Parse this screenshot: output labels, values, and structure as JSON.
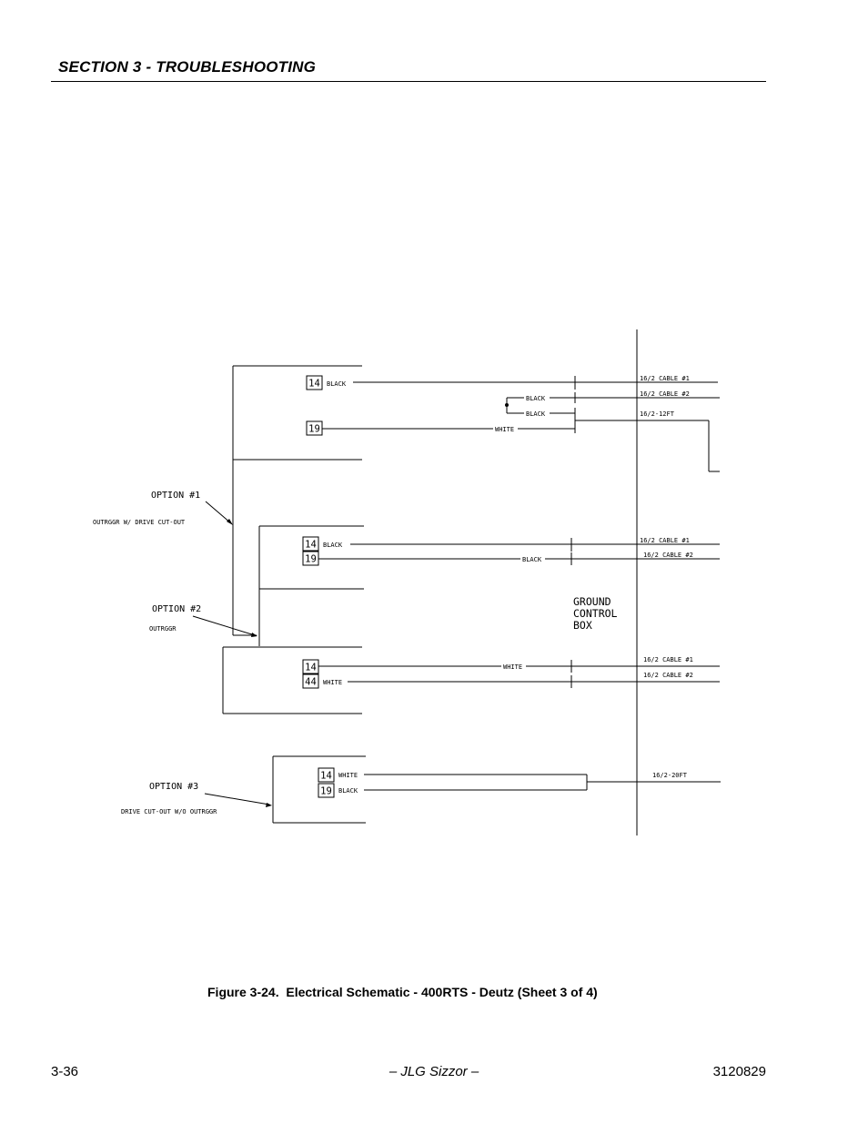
{
  "header": {
    "section_title": "SECTION 3 - TROUBLESHOOTING"
  },
  "schematic": {
    "option1": {
      "title": "OPTION #1",
      "subtitle": "OUTRGGR W/ DRIVE CUT-OUT"
    },
    "option2": {
      "title": "OPTION #2",
      "subtitle": "OUTRGGR"
    },
    "option3": {
      "title": "OPTION #3",
      "subtitle": "DRIVE CUT-OUT W/O OUTRGGR"
    },
    "ground_box": {
      "line1": "GROUND",
      "line2": "CONTROL",
      "line3": "BOX"
    },
    "terminals": {
      "t1": "14",
      "t2": "19",
      "t3": "14",
      "t4": "19",
      "t5": "14",
      "t6": "44",
      "t7": "14",
      "t8": "19"
    },
    "wires": {
      "black": "BLACK",
      "white": "WHITE"
    },
    "cables": {
      "cable1": "16/2 CABLE #1",
      "cable2": "16/2 CABLE #2",
      "c12ft": "16/2-12FT",
      "c20ft": "16/2-20FT"
    }
  },
  "caption": "Figure 3-24.  Electrical Schematic - 400RTS - Deutz (Sheet 3 of 4)",
  "footer": {
    "page_number": "3-36",
    "center": "– JLG Sizzor –",
    "doc_number": "3120829"
  }
}
